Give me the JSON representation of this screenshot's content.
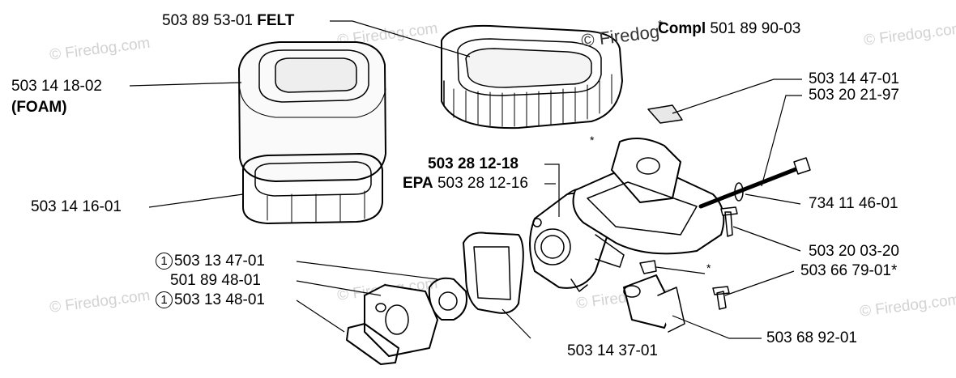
{
  "labels": {
    "felt_number": "503 89 53-01",
    "felt_word": "FELT",
    "compl_word": "Compl",
    "compl_number": "501 89 90-03",
    "foam_number": "503 14 18-02",
    "foam_word": "(FOAM)",
    "base_filter": "503 14 16-01",
    "carb_main": "503 28 12-18",
    "epa_word": "EPA",
    "epa_number": "503 28 12-16",
    "gasket_small": "503 14 47-01",
    "bolt_long": "503 20 21-97",
    "washer": "734 11 46-01",
    "screw": "503 20 03-20",
    "bolt_short": "503 66 79-01*",
    "hose_part": "503 68 92-01",
    "gasket_carb": "503 14 37-01",
    "item_1a": "503 13 47-01",
    "item_mid": "501 89 48-01",
    "item_1b": "503 13 48-01",
    "circle_number": "1",
    "asterisk": "*"
  },
  "watermark": {
    "text": "© Firedog.com",
    "overlay_text": "© Firedog"
  }
}
